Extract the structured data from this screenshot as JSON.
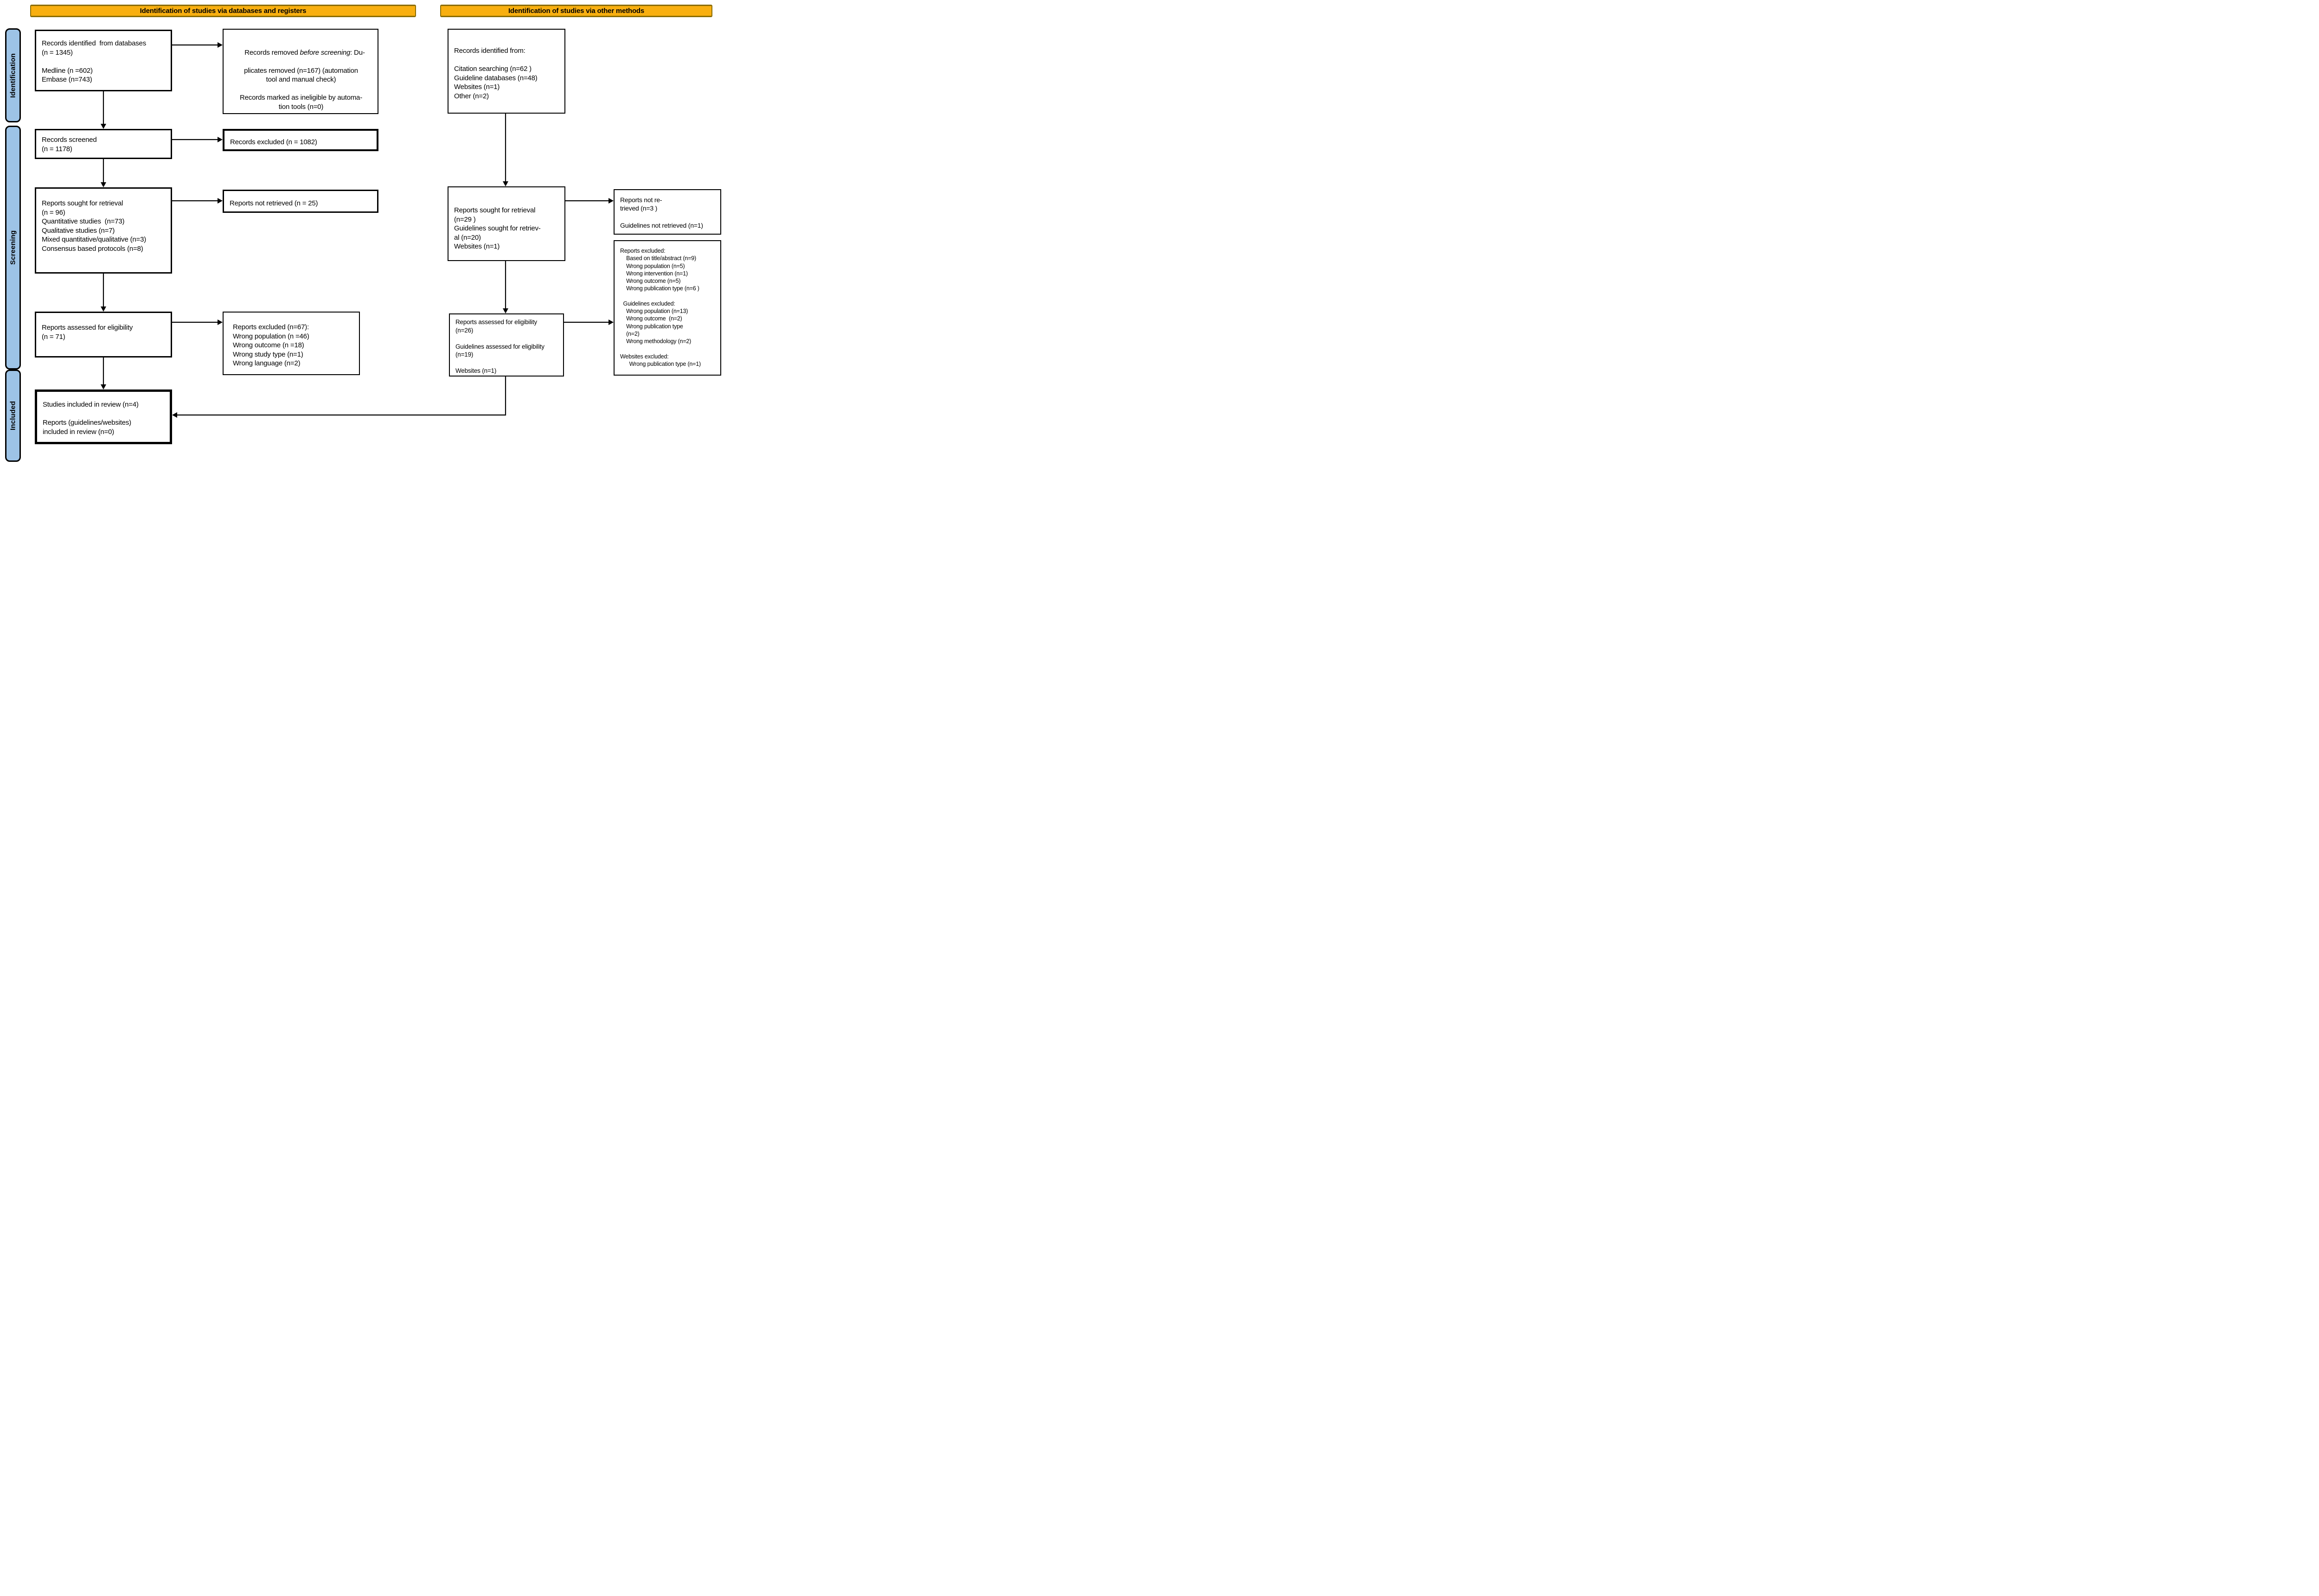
{
  "headers": {
    "databases": "Identification of studies via databases and registers",
    "other": "Identification of studies via other methods"
  },
  "stage_labels": {
    "identification": "Identification",
    "screening": "Screening",
    "included": "Included"
  },
  "colors": {
    "header_bg": "#F8AF10",
    "header_border": "#8a6c00",
    "stage_bg": "#9DC3E6",
    "box_border": "#000000",
    "background": "#ffffff"
  },
  "boxes": {
    "records_identified_db": {
      "lines": [
        "Records identified  from databases",
        "(n = 1345)",
        "",
        "Medline (n =602)",
        "Embase (n=743)"
      ]
    },
    "records_removed": {
      "line1_prefix": "Records removed ",
      "line1_italic": "before screening",
      "line1_suffix": ": Du-",
      "rest": [
        "plicates removed (n=167) (automation",
        "tool and manual check)",
        "",
        "Records marked as ineligible by automa-",
        "tion tools (n=0)"
      ]
    },
    "records_identified_other": {
      "lines": [
        "Records identified from:",
        "",
        "Citation searching (n=62 )",
        "Guideline databases (n=48)",
        "Websites (n=1)",
        "Other (n=2)"
      ]
    },
    "records_screened": {
      "lines": [
        "Records screened",
        "(n = 1178)"
      ]
    },
    "records_excluded": {
      "lines": [
        "Records excluded (n = 1082)"
      ]
    },
    "reports_sought_db": {
      "lines": [
        "Reports sought for retrieval",
        "(n = 96)",
        "Quantitative studies  (n=73)",
        "Qualitative studies (n=7)",
        "Mixed quantitative/qualitative (n=3)",
        "Consensus based protocols (n=8)"
      ]
    },
    "reports_not_retrieved_db": {
      "lines": [
        "Reports not retrieved (n = 25)"
      ]
    },
    "reports_sought_other": {
      "lines": [
        "Reports sought for retrieval",
        "(n=29 )",
        "Guidelines sought for retriev-",
        "al (n=20)",
        "Websites (n=1)"
      ]
    },
    "reports_not_retrieved_other": {
      "lines": [
        "Reports not re-",
        "trieved (n=3 )",
        "",
        "Guidelines not retrieved (n=1)"
      ]
    },
    "reports_assessed_db": {
      "lines": [
        "Reports assessed for eligibility",
        "(n = 71)"
      ]
    },
    "reports_excluded_db": {
      "lines": [
        "Reports excluded (n=67):",
        "Wrong population (n =46)",
        "Wrong outcome (n =18)",
        "Wrong study type (n=1)",
        "Wrong language (n=2)"
      ]
    },
    "reports_assessed_other": {
      "lines": [
        "Reports assessed for eligibility",
        "(n=26)",
        "",
        "Guidelines assessed for eligibility",
        "(n=19)",
        "",
        "Websites (n=1)"
      ]
    },
    "reports_excluded_other": {
      "lines": [
        "Reports excluded:",
        "    Based on title/abstract (n=9)",
        "    Wrong population (n=5)",
        "    Wrong intervention (n=1)",
        "    Wrong outcome (n=5)",
        "    Wrong publication type (n=6 )",
        "",
        "  Guidelines excluded:",
        "    Wrong population (n=13)",
        "    Wrong outcome  (n=2)",
        "    Wrong publication type",
        "    (n=2)",
        "    Wrong methodology (n=2)",
        "",
        "Websites excluded:",
        "      Wrong publication type (n=1)"
      ]
    },
    "included_studies": {
      "lines": [
        "Studies included in review (n=4)",
        "",
        "Reports (guidelines/websites)",
        "included in review (n=0)"
      ]
    }
  }
}
